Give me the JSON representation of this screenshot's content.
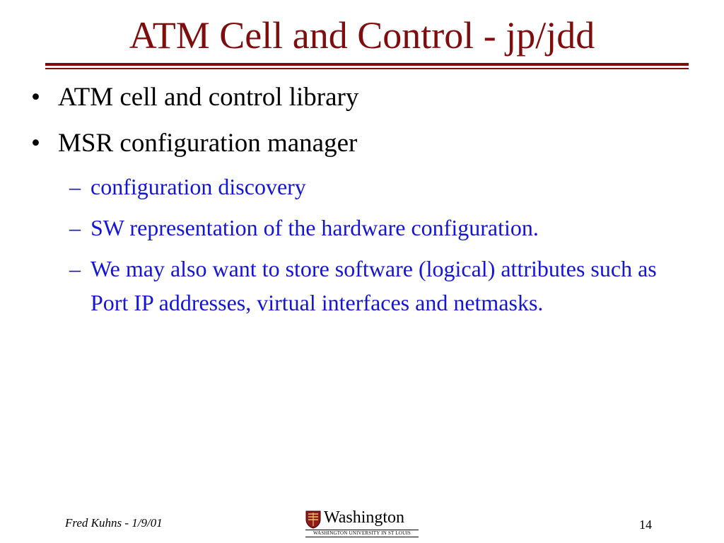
{
  "slide": {
    "title": "ATM Cell and Control - jp/jdd",
    "bullets": [
      {
        "marker": "•",
        "text": "ATM cell and control library"
      },
      {
        "marker": "•",
        "text": "MSR configuration manager"
      }
    ],
    "sub_bullets": [
      {
        "marker": "–",
        "text": "configuration discovery"
      },
      {
        "marker": "–",
        "text": "SW representation of the hardware configuration."
      },
      {
        "marker": "–",
        "text": "We may also want to store software (logical) attributes such as Port IP addresses, virtual interfaces and netmasks."
      }
    ]
  },
  "footer": {
    "author_date": "Fred Kuhns - 1/9/01",
    "logo_wordmark": "Washington",
    "logo_subline": "WASHINGTON UNIVERSITY IN ST LOUIS",
    "page_number": "14"
  },
  "colors": {
    "title": "#7f0d0d",
    "rule": "#7f0d0d",
    "body_text": "#000000",
    "sub_text": "#1515d6"
  }
}
